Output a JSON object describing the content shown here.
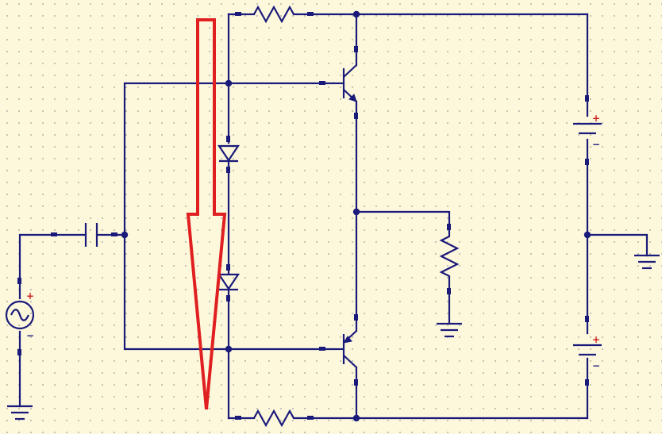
{
  "colors": {
    "background": "#fdf8dc",
    "grid_dot": "#9a9a9a",
    "wire": "#1a1a7a",
    "polarity_plus": "#cc2222",
    "polarity_minus": "#1a1a7a",
    "annotation_arrow": "#e02020"
  },
  "polarity": {
    "source_plus": "+",
    "source_minus": "−",
    "battery_top_plus": "+",
    "battery_top_minus": "−",
    "battery_bottom_plus": "+",
    "battery_bottom_minus": "−"
  },
  "components": [
    {
      "name": "ac-source",
      "type": "ac-voltage-source"
    },
    {
      "name": "coupling-capacitor",
      "type": "capacitor"
    },
    {
      "name": "bias-resistor-top",
      "type": "resistor"
    },
    {
      "name": "bias-resistor-bottom",
      "type": "resistor"
    },
    {
      "name": "bias-diode-upper",
      "type": "diode"
    },
    {
      "name": "bias-diode-lower",
      "type": "diode"
    },
    {
      "name": "npn-transistor",
      "type": "transistor-npn"
    },
    {
      "name": "pnp-transistor",
      "type": "transistor-pnp"
    },
    {
      "name": "load-resistor",
      "type": "resistor"
    },
    {
      "name": "battery-top",
      "type": "battery"
    },
    {
      "name": "battery-bottom",
      "type": "battery"
    },
    {
      "name": "ground-source",
      "type": "ground"
    },
    {
      "name": "ground-load",
      "type": "ground"
    },
    {
      "name": "ground-supply",
      "type": "ground"
    }
  ],
  "annotation": {
    "shape": "downward-arrow",
    "icon": "arrow-down-icon"
  }
}
